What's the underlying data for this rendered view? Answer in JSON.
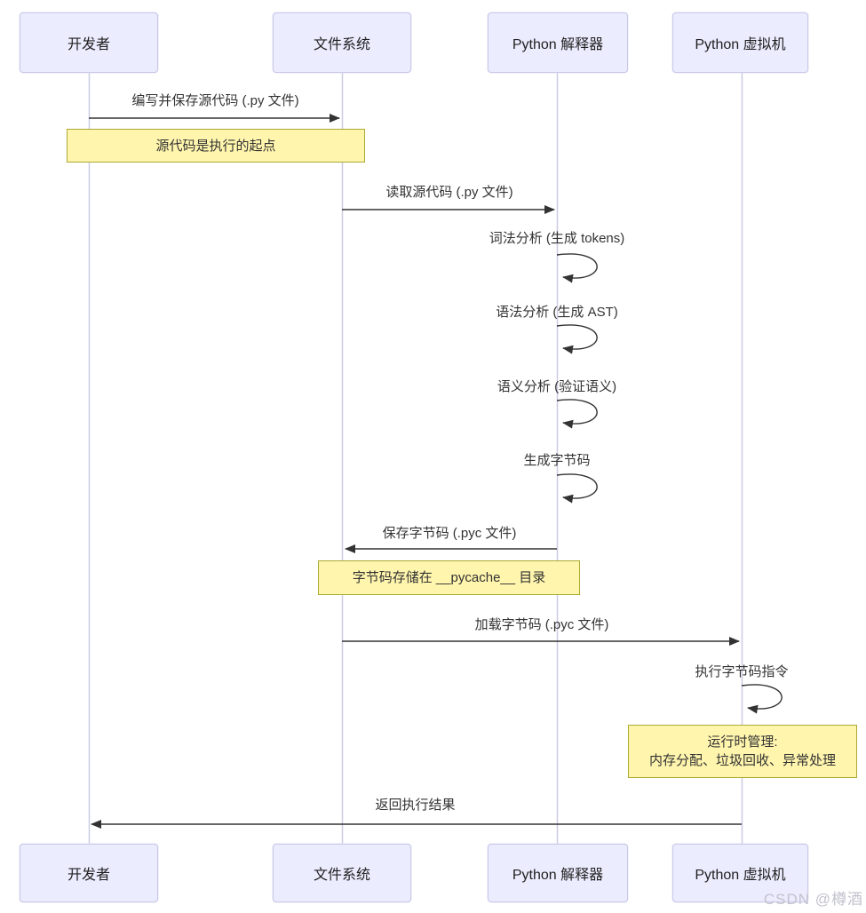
{
  "diagram_type": "sequence",
  "actors": [
    {
      "label": "开发者"
    },
    {
      "label": "文件系统"
    },
    {
      "label": "Python 解释器"
    },
    {
      "label": "Python 虚拟机"
    }
  ],
  "messages": {
    "write_save_source": "编写并保存源代码 (.py 文件)",
    "read_source": "读取源代码 (.py 文件)",
    "lexical_analysis": "词法分析 (生成 tokens)",
    "syntax_analysis": "语法分析 (生成 AST)",
    "semantic_analysis": "语义分析 (验证语义)",
    "generate_bytecode": "生成字节码",
    "save_bytecode": "保存字节码 (.pyc 文件)",
    "load_bytecode": "加载字节码 (.pyc 文件)",
    "execute_bytecode": "执行字节码指令",
    "return_result": "返回执行结果"
  },
  "notes": {
    "source_is_start": "源代码是执行的起点",
    "bytecode_pycache": "字节码存储在 __pycache__ 目录",
    "runtime_line1": "运行时管理:",
    "runtime_line2": "内存分配、垃圾回收、异常处理"
  },
  "watermark": "CSDN @樽酒",
  "colors": {
    "actor_fill": "#ECECFF",
    "actor_border": "#C9C9E8",
    "note_fill": "#FFF5AD",
    "note_border": "#AAAA33",
    "message_line": "#333333",
    "lifeline": "#CCCCE3",
    "watermark": "#C2C2CE"
  }
}
